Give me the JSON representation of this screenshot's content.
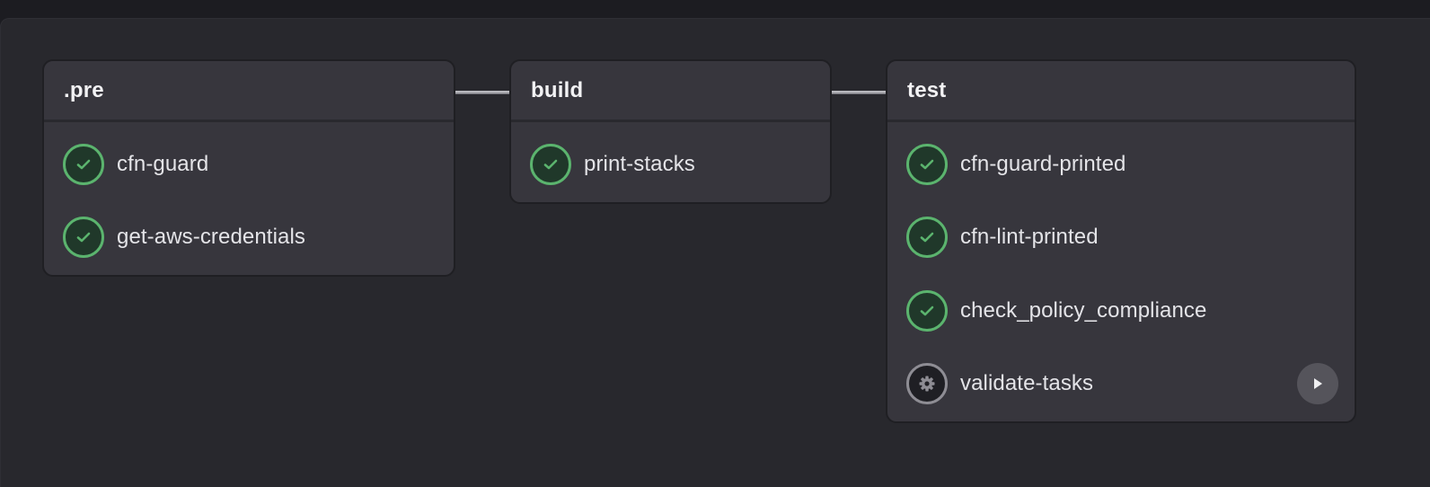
{
  "colors": {
    "background": "#28282d",
    "topbar": "#1c1c21",
    "card": "#37363d",
    "success": "#5bb46e",
    "manual": "#8e8d94",
    "play_button": "#55545b"
  },
  "pipeline": {
    "stages": [
      {
        "name": ".pre",
        "jobs": [
          {
            "name": "cfn-guard",
            "status": "success",
            "icon": "check-circle-icon"
          },
          {
            "name": "get-aws-credentials",
            "status": "success",
            "icon": "check-circle-icon"
          }
        ]
      },
      {
        "name": "build",
        "jobs": [
          {
            "name": "print-stacks",
            "status": "success",
            "icon": "check-circle-icon"
          }
        ]
      },
      {
        "name": "test",
        "jobs": [
          {
            "name": "cfn-guard-printed",
            "status": "success",
            "icon": "check-circle-icon"
          },
          {
            "name": "cfn-lint-printed",
            "status": "success",
            "icon": "check-circle-icon"
          },
          {
            "name": "check_policy_compliance",
            "status": "success",
            "icon": "check-circle-icon"
          },
          {
            "name": "validate-tasks",
            "status": "manual",
            "icon": "gear-icon",
            "action": "play-icon"
          }
        ]
      }
    ]
  }
}
